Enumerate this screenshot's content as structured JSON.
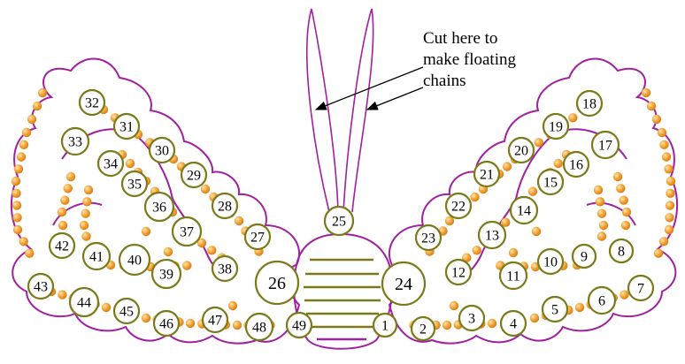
{
  "annotation": {
    "lines": [
      "Cut here to",
      "make floating",
      "chains"
    ]
  },
  "colors": {
    "outline": "#a020a0",
    "ring": "#7a7a1a",
    "ring_fill": "#ffffff",
    "bead": "#f0a030",
    "bead_highlight": "#ffe0a0",
    "body_stripe": "#7a7a1a",
    "arrow": "#000000"
  },
  "rings": [
    {
      "n": "1"
    },
    {
      "n": "2"
    },
    {
      "n": "3"
    },
    {
      "n": "4"
    },
    {
      "n": "5"
    },
    {
      "n": "6"
    },
    {
      "n": "7"
    },
    {
      "n": "8"
    },
    {
      "n": "9"
    },
    {
      "n": "10"
    },
    {
      "n": "11"
    },
    {
      "n": "12"
    },
    {
      "n": "13"
    },
    {
      "n": "14"
    },
    {
      "n": "15"
    },
    {
      "n": "16"
    },
    {
      "n": "17"
    },
    {
      "n": "18"
    },
    {
      "n": "19"
    },
    {
      "n": "20"
    },
    {
      "n": "21"
    },
    {
      "n": "22"
    },
    {
      "n": "23"
    },
    {
      "n": "24"
    },
    {
      "n": "25"
    },
    {
      "n": "26"
    },
    {
      "n": "27"
    },
    {
      "n": "28"
    },
    {
      "n": "29"
    },
    {
      "n": "30"
    },
    {
      "n": "31"
    },
    {
      "n": "32"
    },
    {
      "n": "33"
    },
    {
      "n": "34"
    },
    {
      "n": "35"
    },
    {
      "n": "36"
    },
    {
      "n": "37"
    },
    {
      "n": "38"
    },
    {
      "n": "39"
    },
    {
      "n": "40"
    },
    {
      "n": "41"
    },
    {
      "n": "42"
    },
    {
      "n": "43"
    },
    {
      "n": "44"
    },
    {
      "n": "45"
    },
    {
      "n": "46"
    },
    {
      "n": "47"
    },
    {
      "n": "48"
    },
    {
      "n": "49"
    }
  ]
}
